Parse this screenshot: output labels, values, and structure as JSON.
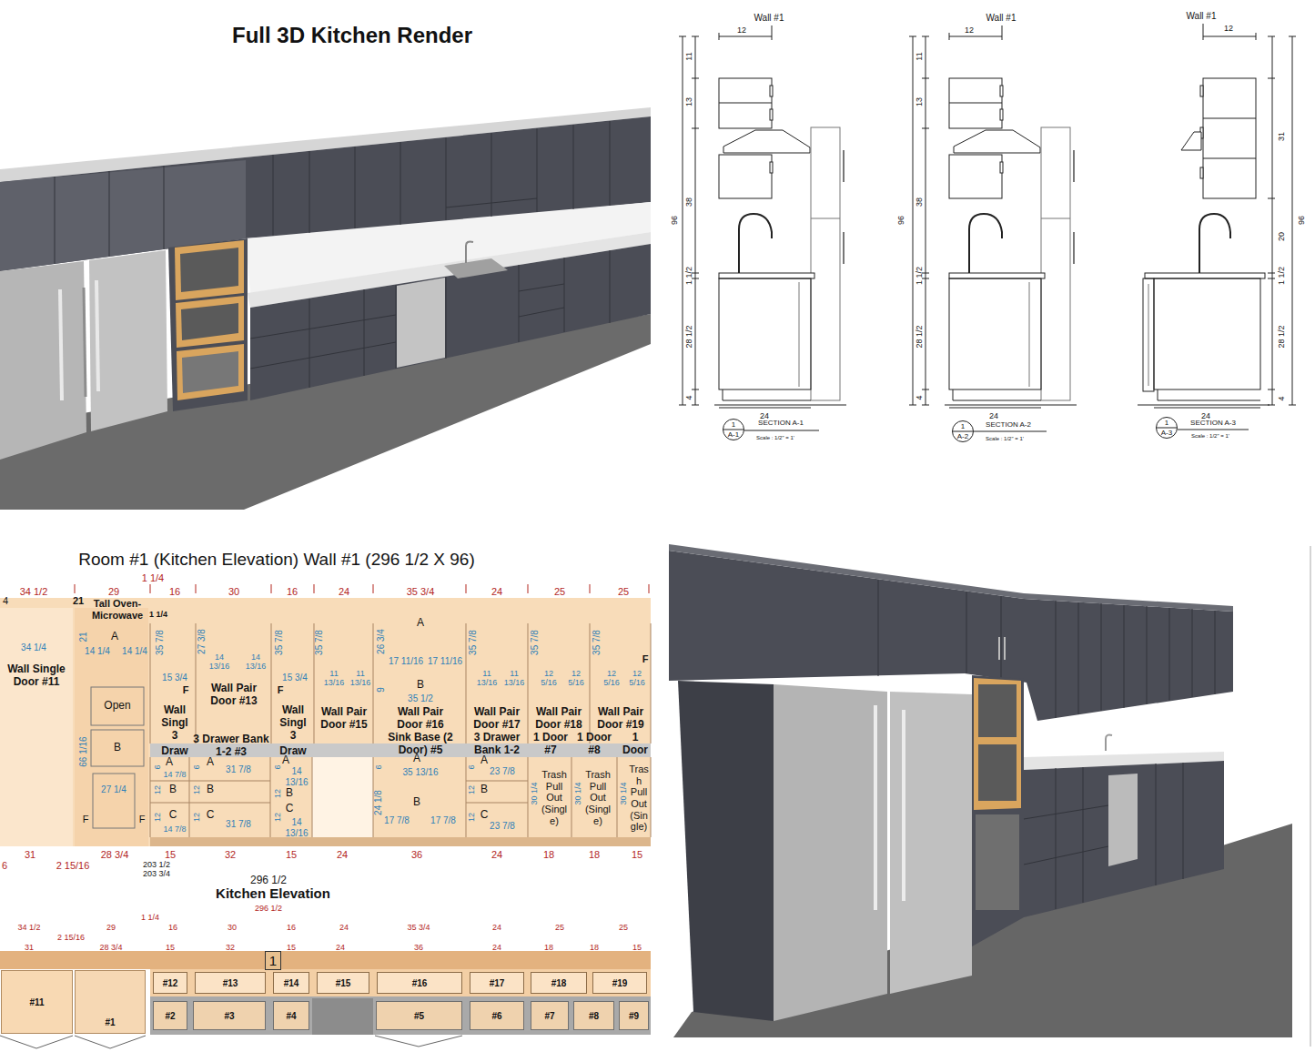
{
  "diagram": {
    "title": "Full 3D Kitchen Render",
    "nodes": [
      {
        "text": [
          "1",
          "A-1"
        ]
      },
      {
        "text": [
          "1",
          "A-2"
        ]
      },
      {
        "text": [
          "1",
          "A-3"
        ]
      },
      {
        "text": [
          "1"
        ]
      },
      {
        "text": [
          "#11"
        ]
      },
      {
        "text": [
          "#1"
        ]
      },
      {
        "text": [
          "#12"
        ]
      },
      {
        "text": [
          "#13"
        ]
      },
      {
        "text": [
          "#14"
        ]
      },
      {
        "text": [
          "#15"
        ]
      },
      {
        "text": [
          "#16"
        ]
      },
      {
        "text": [
          "#17"
        ]
      },
      {
        "text": [
          "#18"
        ]
      },
      {
        "text": [
          "#19"
        ]
      },
      {
        "text": [
          "#2"
        ]
      },
      {
        "text": [
          "#3"
        ]
      },
      {
        "text": [
          "#4"
        ]
      },
      {
        "text": [
          "#5"
        ]
      },
      {
        "text": [
          "#6"
        ]
      },
      {
        "text": [
          "#7"
        ]
      },
      {
        "text": [
          "#8"
        ]
      },
      {
        "text": [
          "#9"
        ]
      }
    ],
    "labels": [
      "Wall #1",
      "12",
      "11",
      "13",
      "38",
      "96",
      "1 1/2",
      "28 1/2",
      "4",
      "24",
      "SECTION A-1",
      "Scale : 1/2\" = 1'",
      "Wall #1",
      "12",
      "11",
      "13",
      "38",
      "96",
      "1 1/2",
      "28 1/2",
      "4",
      "24",
      "SECTION A-2",
      "Scale : 1/2\" = 1'",
      "Wall #1",
      "12",
      "31",
      "20",
      "96",
      "1 1/2",
      "28 1/2",
      "4",
      "24",
      "SECTION A-3",
      "Scale : 1/2\" = 1'",
      "Room #1 (Kitchen Elevation) Wall #1 (296 1/2 X 96)",
      "34 1/2",
      "29",
      "16",
      "30",
      "16",
      "24",
      "35 3/4",
      "24",
      "25",
      "25",
      "1 1/4",
      "4",
      "21",
      "Tall Oven-Microwave",
      "1 1/4",
      "34 1/4",
      "21",
      "A",
      "14 1/4",
      "14 1/4",
      "35 7/8",
      "15 3/4",
      "F",
      "27 3/8",
      "14 13/16",
      "14 13/16",
      "35 7/8",
      "15 3/4",
      "F",
      "35 7/8",
      "11 13/16",
      "11 13/16",
      "26 3/4",
      "A",
      "17 11/16",
      "17 11/16",
      "9",
      "B",
      "35 1/2",
      "35 7/8",
      "11 13/16",
      "11 13/16",
      "35 7/8",
      "12 5/16",
      "12 5/16",
      "35 7/8",
      "12 5/16",
      "12 5/16",
      "F",
      "Wall Single Door #11",
      "Open",
      "B",
      "Wall Pair Door #13",
      "Wall Singl 3",
      "Wall Singl 3",
      "Wall Pair Door #15",
      "Wall Pair Door #16",
      "Wall Pair Door #17",
      "Wall Pair Door #18",
      "Wall Pair Door #19",
      "3 Drawer Bank 1-2 #3",
      "Draw",
      "Draw",
      "Sink Base (2 Door) #5",
      "3 Drawer Bank 1-2",
      "1 Door #7",
      "1 Door #8",
      "1 Door",
      "6",
      "A",
      "14 7/8",
      "12",
      "B",
      "12",
      "C",
      "14 7/8",
      "6",
      "A",
      "31 7/8",
      "12",
      "B",
      "12",
      "C",
      "31 7/8",
      "6",
      "A",
      "14 13/16",
      "12",
      "B",
      "12",
      "C",
      "14 13/16",
      "6",
      "A",
      "35 13/16",
      "24 1/8",
      "B",
      "17 7/8",
      "17 7/8",
      "6",
      "A",
      "23 7/8",
      "12",
      "B",
      "12",
      "C",
      "23 7/8",
      "30 1/4",
      "Trash Pull Out (Single)",
      "30 1/4",
      "Trash Pull Out (Single)",
      "30 1/4",
      "Trash Pull Out (Single)",
      "66 1/16",
      "27 1/4",
      "F",
      "F",
      "31",
      "28 3/4",
      "15",
      "32",
      "15",
      "24",
      "36",
      "24",
      "18",
      "18",
      "15",
      "6",
      "2 15/16",
      "203 1/2",
      "203 3/4",
      "296 1/2",
      "Kitchen Elevation",
      "296 1/2",
      "34 1/2",
      "29",
      "1 1/4",
      "16",
      "30",
      "16",
      "24",
      "35 3/4",
      "24",
      "25",
      "25",
      "2 15/16",
      "31",
      "28 3/4",
      "15",
      "32",
      "15",
      "24",
      "36",
      "24",
      "18",
      "18",
      "15"
    ]
  }
}
